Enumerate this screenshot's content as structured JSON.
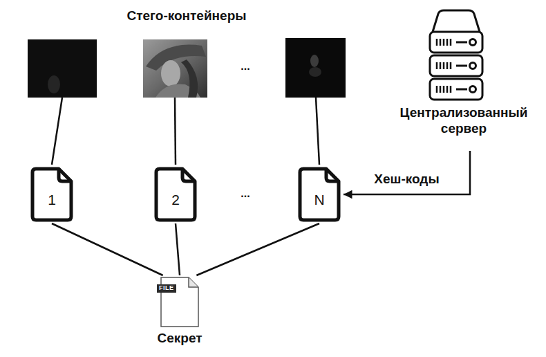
{
  "diagram": {
    "title": "Стего-контейнеры",
    "nodes": [
      {
        "text": [
          "1"
        ]
      },
      {
        "text": [
          "2"
        ]
      },
      {
        "text": [
          "N"
        ]
      },
      {
        "text": [
          "Централизованный сервер"
        ]
      },
      {
        "text": [
          "FILE",
          "Секрет"
        ]
      }
    ],
    "edges": [
      {
        "from": 3,
        "to": 2,
        "label": "Хеш-коды",
        "arrow": "to"
      },
      {
        "from": 0,
        "to": 4,
        "arrow": "none"
      },
      {
        "from": 1,
        "to": 4,
        "arrow": "none"
      },
      {
        "from": 2,
        "to": 4,
        "arrow": "none"
      }
    ],
    "labels": [
      "...",
      "..."
    ]
  }
}
